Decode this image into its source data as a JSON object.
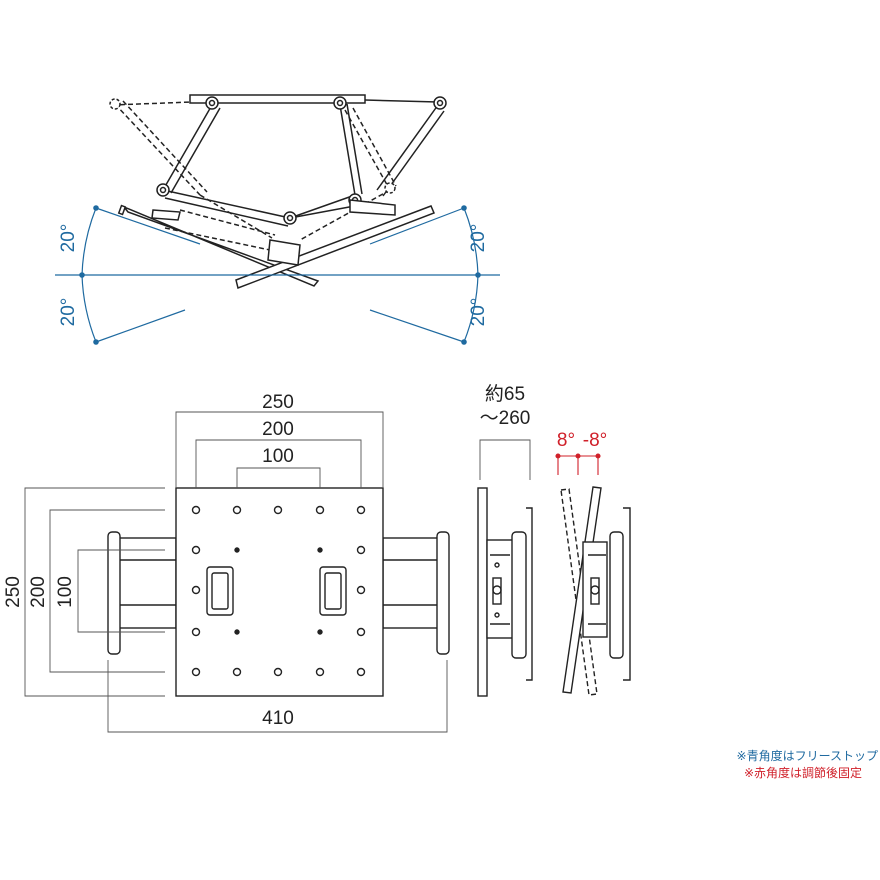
{
  "top_view": {
    "angles": [
      "20°",
      "20°",
      "20°",
      "20°"
    ],
    "blue_color": "#1f6aa0"
  },
  "front_view": {
    "dims": {
      "w250": "250",
      "w200": "200",
      "w100": "100",
      "h250": "250",
      "h200": "200",
      "h100": "100",
      "w410": "410"
    }
  },
  "side_view": {
    "depth_line1": "約65",
    "depth_line2": "～260",
    "tilt_left": "8°",
    "tilt_right": "-8°",
    "red_color": "#d0202a"
  },
  "notes": {
    "blue": "※青角度はフリーストップ",
    "red": "※赤角度は調節後固定"
  }
}
